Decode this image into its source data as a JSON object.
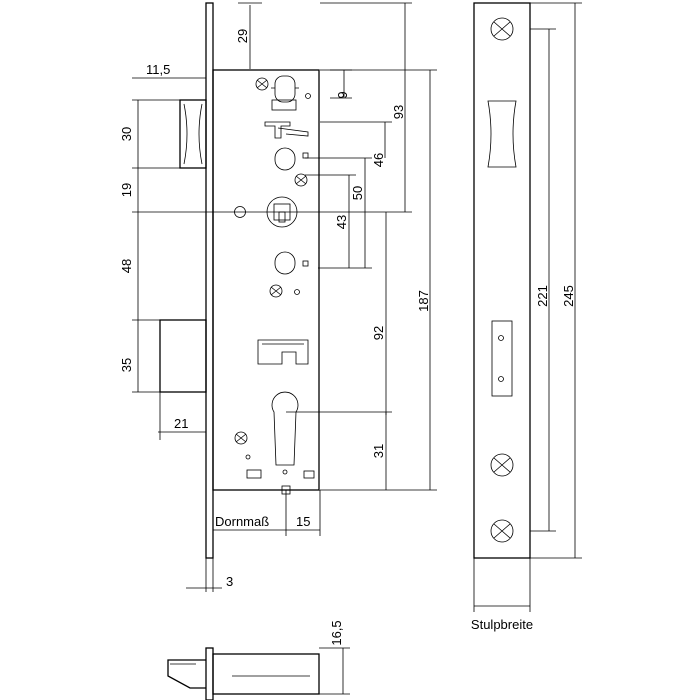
{
  "dimensions": {
    "d29": "29",
    "d11_5": "11,5",
    "d9": "9",
    "d93": "93",
    "d30": "30",
    "d46": "46",
    "d19": "19",
    "d50": "50",
    "d43": "43",
    "d48": "48",
    "d187": "187",
    "d92": "92",
    "d35": "35",
    "d21": "21",
    "d31": "31",
    "d15": "15",
    "d3": "3",
    "d16_5": "16,5",
    "d221": "221",
    "d245": "245"
  },
  "labels": {
    "dornmass": "Dornmaß",
    "stulpbreite": "Stulpbreite"
  }
}
